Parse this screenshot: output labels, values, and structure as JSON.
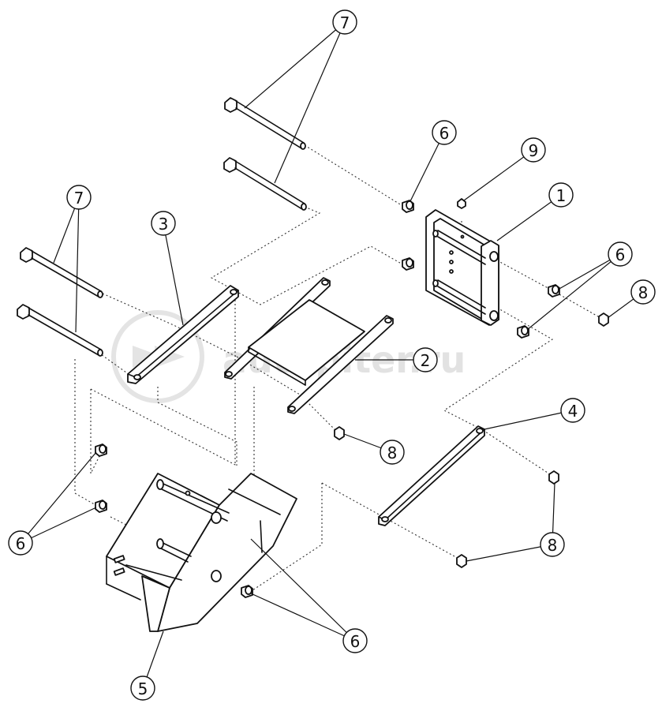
{
  "watermark": {
    "text": "autopiter.ru",
    "logo": "autopiter-logo"
  },
  "callouts": [
    {
      "id": "c7-top",
      "label": "7"
    },
    {
      "id": "c7-left",
      "label": "7"
    },
    {
      "id": "c6-top",
      "label": "6"
    },
    {
      "id": "c9",
      "label": "9"
    },
    {
      "id": "c1",
      "label": "1"
    },
    {
      "id": "c6-right",
      "label": "6"
    },
    {
      "id": "c8-right",
      "label": "8"
    },
    {
      "id": "c3",
      "label": "3"
    },
    {
      "id": "c2",
      "label": "2"
    },
    {
      "id": "c4",
      "label": "4"
    },
    {
      "id": "c8-mid",
      "label": "8"
    },
    {
      "id": "c8-low",
      "label": "8"
    },
    {
      "id": "c6-left",
      "label": "6"
    },
    {
      "id": "c6-bottom",
      "label": "6"
    },
    {
      "id": "c5",
      "label": "5"
    }
  ]
}
